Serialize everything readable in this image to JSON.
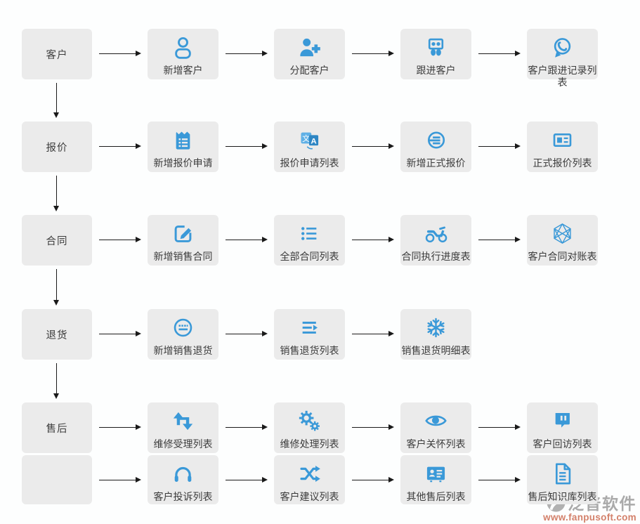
{
  "diagram_title": "sales-crm-workflow",
  "colors": {
    "icon_blue": "#3a99d8",
    "icon_blue_dark": "#2e86c4",
    "icon_blue_light": "#5fb0e6",
    "box_bg": "#ebebeb",
    "arrow_black": "#1a1a1a",
    "watermark_gray": "#a3a3a3",
    "watermark_red": "#d0765e"
  },
  "rows": [
    {
      "stage": "客户",
      "nodes": [
        {
          "label": "新增客户",
          "icon": "user"
        },
        {
          "label": "分配客户",
          "icon": "user-plus"
        },
        {
          "label": "跟进客户",
          "icon": "slideshare"
        },
        {
          "label": "客户跟进记录列表",
          "icon": "whatsapp"
        }
      ]
    },
    {
      "stage": "报价",
      "nodes": [
        {
          "label": "新增报价申请",
          "icon": "clipboard-list"
        },
        {
          "label": "报价申请列表",
          "icon": "language"
        },
        {
          "label": "新增正式报价",
          "icon": "circle-lines"
        },
        {
          "label": "正式报价列表",
          "icon": "newspaper"
        }
      ]
    },
    {
      "stage": "合同",
      "nodes": [
        {
          "label": "新增销售合同",
          "icon": "edit"
        },
        {
          "label": "全部合同列表",
          "icon": "list"
        },
        {
          "label": "合同执行进度表",
          "icon": "motorcycle"
        },
        {
          "label": "客户合同对账表",
          "icon": "hexagon-wireframe"
        }
      ]
    },
    {
      "stage": "退货",
      "nodes": [
        {
          "label": "新增销售退货",
          "icon": "keyboard-circle"
        },
        {
          "label": "销售退货列表",
          "icon": "lines-arrow"
        },
        {
          "label": "销售退货明细表",
          "icon": "snowflake"
        }
      ]
    },
    {
      "stage": "售后",
      "nodes": [
        {
          "label": "维修受理列表",
          "icon": "retweet"
        },
        {
          "label": "维修处理列表",
          "icon": "gears"
        },
        {
          "label": "客户关怀列表",
          "icon": "eye"
        },
        {
          "label": "客户回访列表",
          "icon": "twitch"
        }
      ]
    },
    {
      "stage": "",
      "nodes": [
        {
          "label": "客户投诉列表",
          "icon": "headphones"
        },
        {
          "label": "客户建议列表",
          "icon": "shuffle"
        },
        {
          "label": "其他售后列表",
          "icon": "id-card"
        },
        {
          "label": "售后知识库列表",
          "icon": "file-text"
        }
      ]
    }
  ],
  "watermark": {
    "brand": "泛普软件",
    "url": "www.fanpusoft.com"
  }
}
